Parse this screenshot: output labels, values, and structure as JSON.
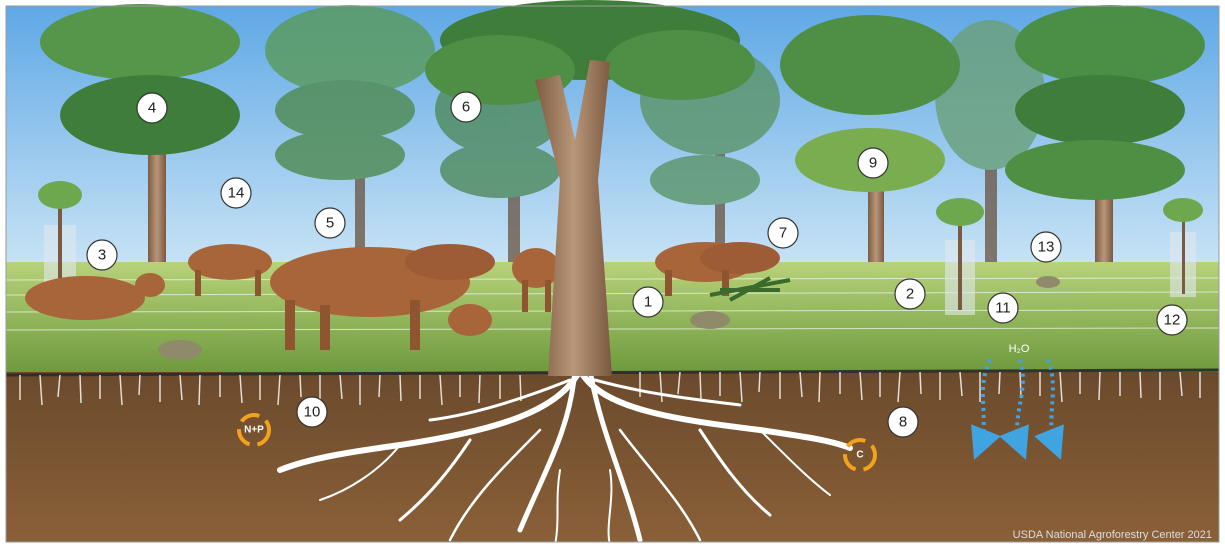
{
  "figure": {
    "credit": "USDA National Agroforestry Center 2021",
    "colors": {
      "sky_top": "#5fa8e6",
      "sky_bottom": "#d8ecf7",
      "pasture": "#8fbc55",
      "soil_top": "#6b4a2c",
      "soil_bottom": "#8a6038",
      "foliage_dark": "#3f7d3a",
      "foliage_light": "#6da84f",
      "trunk": "#a9856a",
      "cattle": "#a8653a",
      "roots": "#ffffff",
      "water": "#3fa4e0",
      "cycle": "#f3a21c"
    }
  },
  "callouts": [
    "1",
    "2",
    "3",
    "4",
    "5",
    "6",
    "7",
    "8",
    "9",
    "10",
    "11",
    "12",
    "13",
    "14"
  ],
  "cycles": {
    "nutrients": "N+P",
    "carbon": "C"
  },
  "water": {
    "label": "H₂O",
    "icon": "water-infiltration-arrows-icon"
  }
}
